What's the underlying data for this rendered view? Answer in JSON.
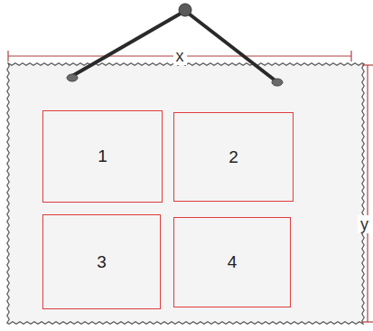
{
  "diagram": {
    "nodes": [
      {
        "text": [
          "1"
        ]
      },
      {
        "text": [
          "2"
        ]
      },
      {
        "text": [
          "3"
        ]
      },
      {
        "text": [
          "4"
        ]
      }
    ],
    "labels": [
      "x",
      "y"
    ]
  }
}
